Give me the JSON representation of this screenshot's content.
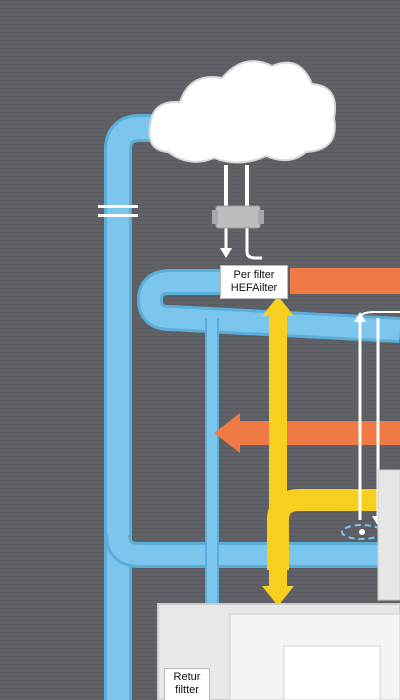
{
  "diagram": {
    "colors": {
      "background": "#5f6166",
      "duct_blue": "#7cc6ee",
      "duct_blue_edge": "#5aaedb",
      "supply_orange": "#f07a45",
      "yellow": "#f7cf1f",
      "white": "#ffffff",
      "housing": "#e6e6e6"
    },
    "labels": {
      "filter_top_line1": "Per filter",
      "filter_top_line2": "HEFAilter",
      "return_line1": "Retur",
      "return_line2": "filtter"
    },
    "icons": {
      "cloud": "cloud-icon",
      "filter_unit": "filter-unit-icon",
      "fan": "fan-icon"
    }
  }
}
